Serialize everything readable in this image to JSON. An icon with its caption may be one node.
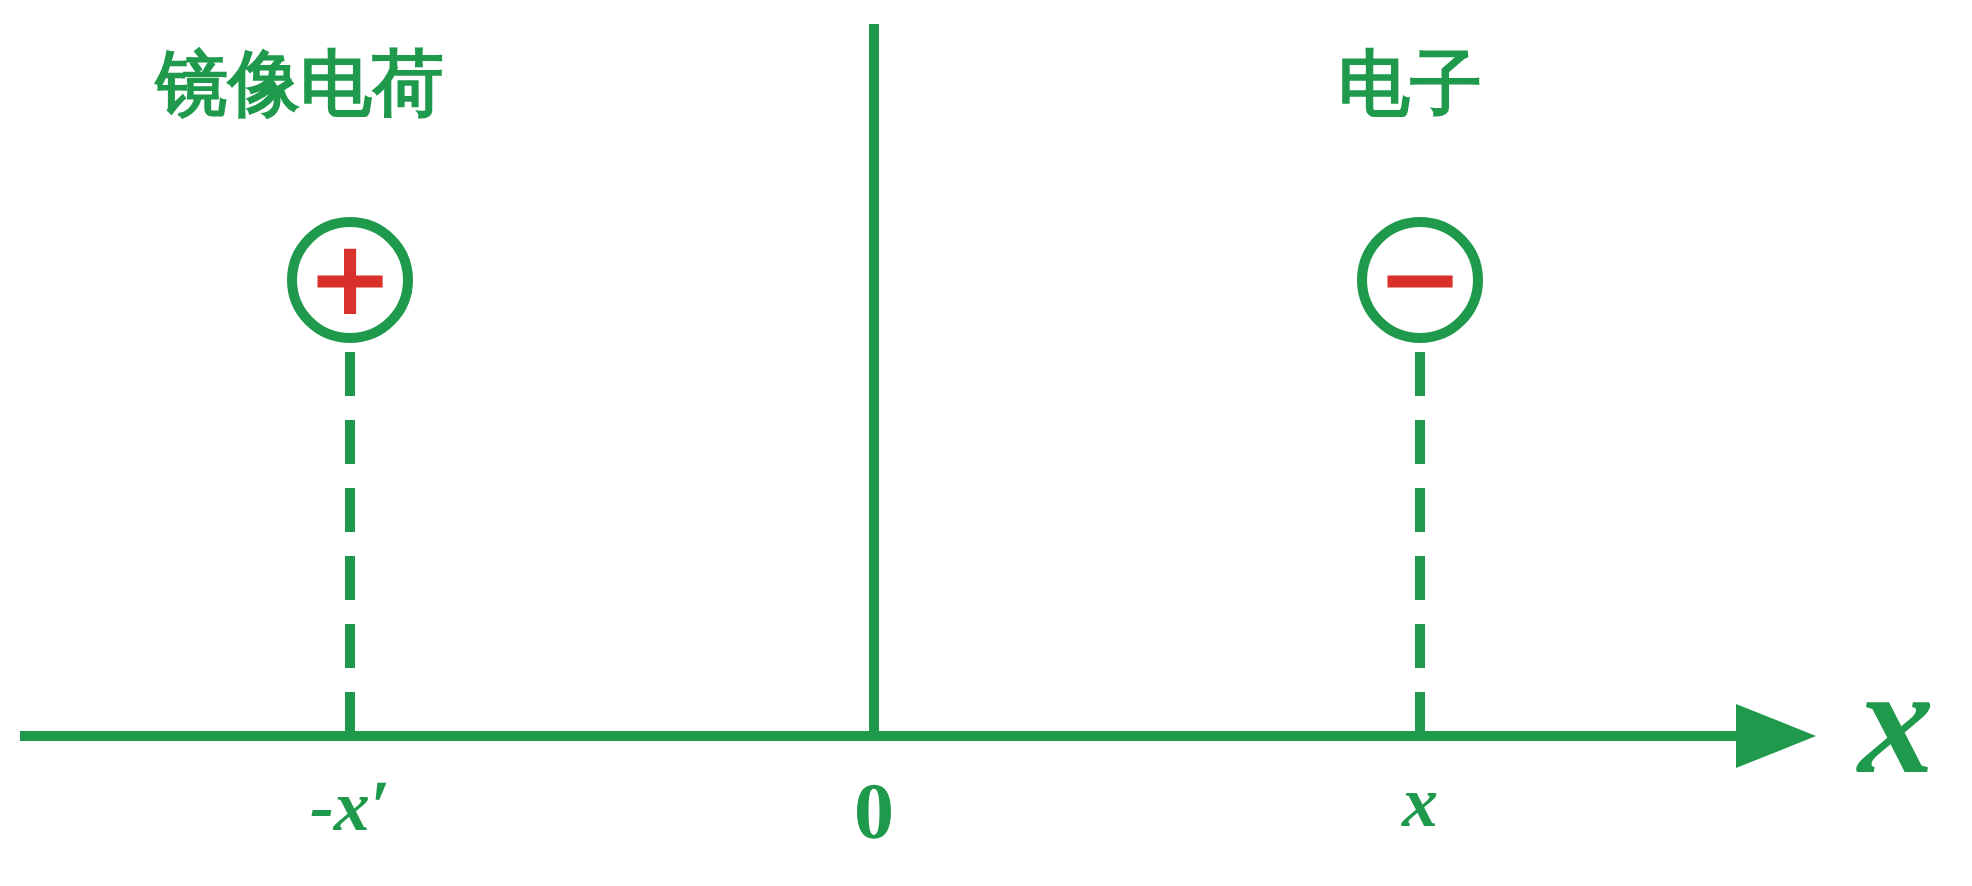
{
  "diagram": {
    "nodes": [
      {
        "text": [
          "+"
        ],
        "beside": [
          "镜像电荷"
        ]
      },
      {
        "text": [
          "−"
        ],
        "beside": [
          "电子"
        ]
      }
    ],
    "labels": [
      "-x′",
      "0",
      "x",
      "x"
    ]
  }
}
